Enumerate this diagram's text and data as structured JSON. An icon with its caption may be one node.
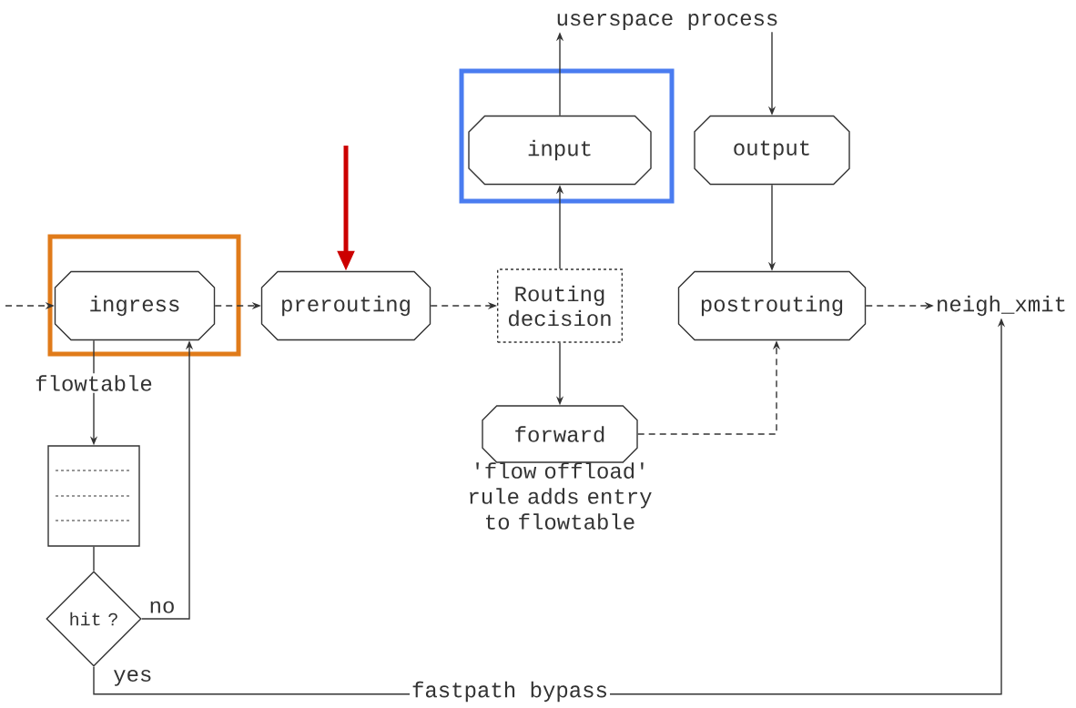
{
  "diagram": {
    "nodes": [
      {
        "text": [
          "userspace process"
        ]
      },
      {
        "text": [
          "input"
        ]
      },
      {
        "text": [
          "output"
        ]
      },
      {
        "text": [
          "ingress"
        ]
      },
      {
        "text": [
          "prerouting"
        ]
      },
      {
        "text": [
          "Routing decision"
        ]
      },
      {
        "text": [
          "postrouting"
        ]
      },
      {
        "text": [
          "neigh_xmit"
        ]
      },
      {
        "text": [
          "forward"
        ],
        "beside": [
          "'flow offload' rule adds entry to flowtable"
        ]
      },
      {
        "text": [],
        "shape": "box"
      },
      {
        "text": [
          "hit ?"
        ]
      }
    ],
    "edges": [
      {
        "from": null,
        "to": 3,
        "arrow": "to",
        "style": "dashed"
      },
      {
        "from": 3,
        "to": 4,
        "arrow": "to",
        "style": "dashed"
      },
      {
        "from": 4,
        "to": 5,
        "arrow": "to",
        "style": "dashed"
      },
      {
        "from": 5,
        "to": 1,
        "arrow": "to"
      },
      {
        "from": 1,
        "to": 0,
        "arrow": "to"
      },
      {
        "from": 0,
        "to": 2,
        "arrow": "to"
      },
      {
        "from": 2,
        "to": 6,
        "arrow": "to"
      },
      {
        "from": 6,
        "to": 7,
        "arrow": "to",
        "style": "dashed"
      },
      {
        "from": 5,
        "to": 8,
        "arrow": "to"
      },
      {
        "from": 8,
        "to": 6,
        "arrow": "to",
        "style": "dashed"
      },
      {
        "from": 3,
        "to": 9,
        "arrow": "to",
        "label": "flowtable"
      },
      {
        "from": 9,
        "to": 10,
        "arrow": "none"
      },
      {
        "from": 10,
        "to": 3,
        "arrow": "to",
        "label": "no"
      },
      {
        "from": 10,
        "to": 7,
        "arrow": "to",
        "label": "fastpath bypass"
      },
      {
        "from": null,
        "to": 4,
        "arrow": "to",
        "style": "thick",
        "color": "#cc0000"
      }
    ],
    "labels": [
      "yes"
    ]
  }
}
